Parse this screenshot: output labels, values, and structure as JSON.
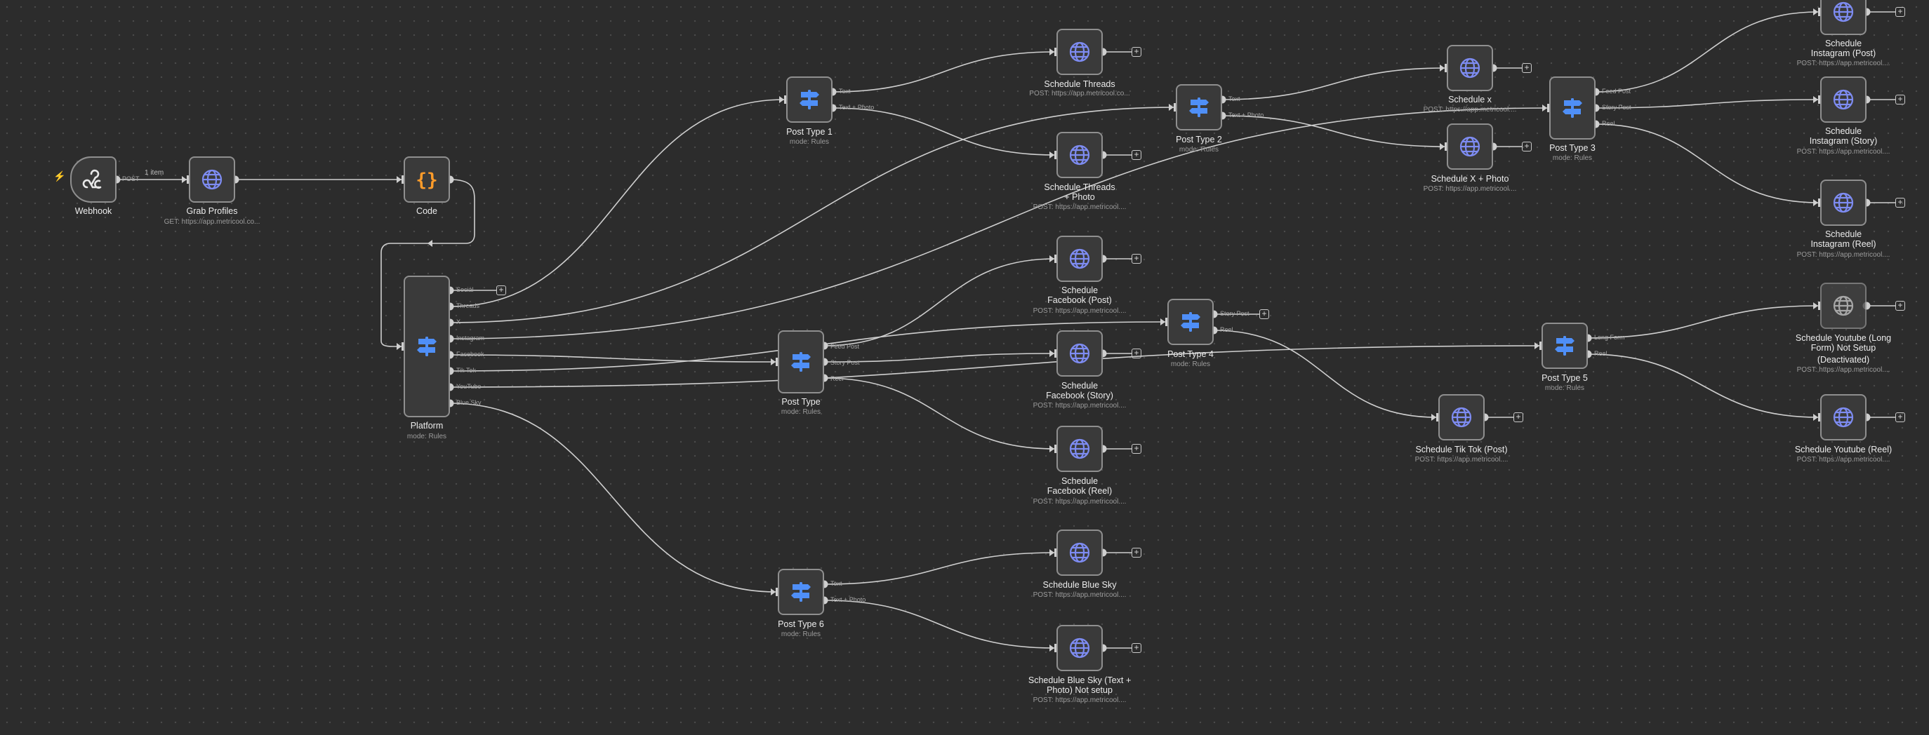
{
  "canvas": {
    "edge_label": "1 item",
    "accent_colors": {
      "http": "#7e8cf2",
      "switch": "#4f8ff7",
      "code": "#ff9c2a",
      "trigger_bolt": "#ff8a3d"
    }
  },
  "nodes": {
    "webhook": {
      "title": "Webhook",
      "out_label": "POST",
      "icon": "webhook-icon"
    },
    "grab_profiles": {
      "title": "Grab Profiles",
      "sub": "GET: https://app.metricool.co...",
      "icon": "globe-icon"
    },
    "code": {
      "title": "Code",
      "icon": "code-braces-icon"
    },
    "platform": {
      "title": "Platform",
      "sub": "mode: Rules",
      "icon": "switch-icon",
      "outputs": [
        "Social",
        "Threads",
        "X",
        "Instagram",
        "Facebook",
        "Tik Tok",
        "YouTube",
        "Blue Sky"
      ]
    },
    "post_type_1": {
      "title": "Post Type 1",
      "sub": "mode: Rules",
      "outputs": [
        "Text",
        "Text + Photo"
      ]
    },
    "post_type_2": {
      "title": "Post Type 2",
      "sub": "mode: Rules",
      "outputs": [
        "Text",
        "Text + Photo"
      ]
    },
    "post_type_3": {
      "title": "Post Type 3",
      "sub": "mode: Rules",
      "outputs": [
        "Feed Post",
        "Story Post",
        "Reel"
      ]
    },
    "post_type": {
      "title": "Post Type",
      "sub": "mode: Rules",
      "outputs": [
        "Feed Post",
        "Story Post",
        "Reel"
      ]
    },
    "post_type_4": {
      "title": "Post Type 4",
      "sub": "mode: Rules",
      "outputs": [
        "Story Post",
        "Reel"
      ]
    },
    "post_type_5": {
      "title": "Post Type 5",
      "sub": "mode: Rules",
      "outputs": [
        "Long Form",
        "Reel"
      ]
    },
    "post_type_6": {
      "title": "Post Type 6",
      "sub": "mode: Rules",
      "outputs": [
        "Text",
        "Text + Photo"
      ]
    },
    "sched_threads": {
      "title": "Schedule Threads",
      "sub": "POST: https://app.metricool.co..."
    },
    "sched_threads_photo": {
      "title": "Schedule Threads + Photo",
      "sub": "POST: https://app.metricool...."
    },
    "sched_x": {
      "title": "Schedule x",
      "sub": "POST: https://app.metricool...."
    },
    "sched_x_photo": {
      "title": "Schedule X + Photo",
      "sub": "POST: https://app.metricool...."
    },
    "sched_ig_post": {
      "title": "Schedule Instagram (Post)",
      "sub": "POST: https://app.metricool...."
    },
    "sched_ig_story": {
      "title": "Schedule Instagram (Story)",
      "sub": "POST: https://app.metricool...."
    },
    "sched_ig_reel": {
      "title": "Schedule Instagram (Reel)",
      "sub": "POST: https://app.metricool...."
    },
    "sched_fb_post": {
      "title": "Schedule Facebook (Post)",
      "sub": "POST: https://app.metricool...."
    },
    "sched_fb_story": {
      "title": "Schedule Facebook (Story)",
      "sub": "POST: https://app.metricool...."
    },
    "sched_fb_reel": {
      "title": "Schedule Facebook (Reel)",
      "sub": "POST: https://app.metricool...."
    },
    "sched_yt_long": {
      "title": "Schedule Youtube (Long Form) Not Setup",
      "state": "(Deactivated)",
      "sub": "POST: https://app.metricool...."
    },
    "sched_yt_reel": {
      "title": "Schedule Youtube (Reel)",
      "sub": "POST: https://app.metricool...."
    },
    "sched_tiktok": {
      "title": "Schedule Tik Tok (Post)",
      "sub": "POST: https://app.metricool...."
    },
    "sched_bluesky": {
      "title": "Schedule Blue Sky",
      "sub": "POST: https://app.metricool...."
    },
    "sched_bluesky_photo": {
      "title": "Schedule Blue Sky (Text + Photo) Not setup",
      "sub": "POST: https://app.metricool...."
    }
  }
}
